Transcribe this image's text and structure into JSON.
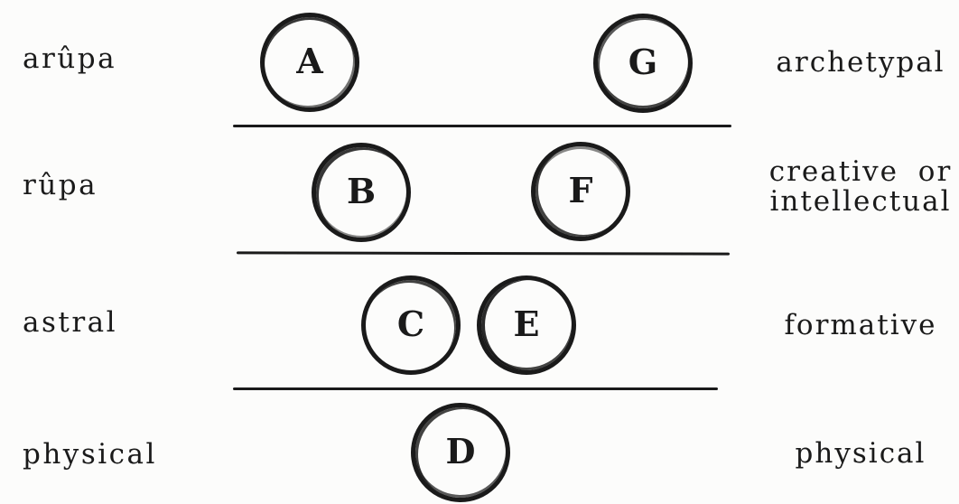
{
  "colors": {
    "ink": "#1a1a1a",
    "paper": "#fcfcfb"
  },
  "levels": [
    {
      "left_label": "arûpa",
      "right_label_lines": [
        "archetypal"
      ]
    },
    {
      "left_label": "rûpa",
      "right_label_lines": [
        "creative or",
        "intellectual"
      ]
    },
    {
      "left_label": "astral",
      "right_label_lines": [
        "formative"
      ]
    },
    {
      "left_label": "physical",
      "right_label_lines": [
        "physical"
      ]
    }
  ],
  "circles": [
    {
      "letter": "A",
      "level": "arûpa"
    },
    {
      "letter": "B",
      "level": "rûpa"
    },
    {
      "letter": "C",
      "level": "astral"
    },
    {
      "letter": "D",
      "level": "physical"
    },
    {
      "letter": "E",
      "level": "astral"
    },
    {
      "letter": "F",
      "level": "rûpa"
    },
    {
      "letter": "G",
      "level": "arûpa"
    }
  ]
}
